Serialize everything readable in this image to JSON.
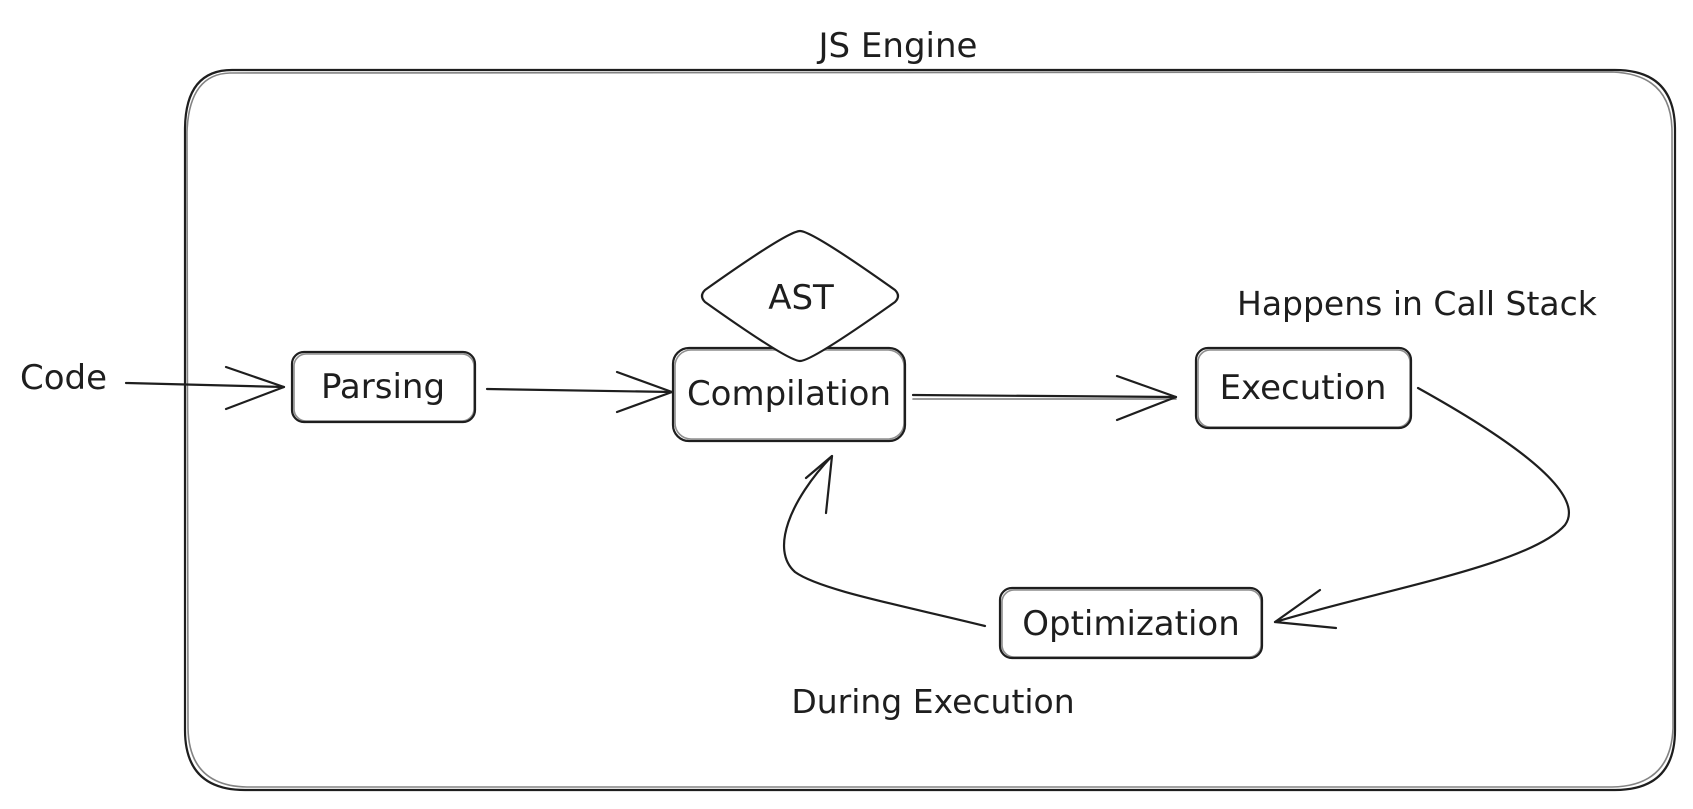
{
  "engine": {
    "title": "JS Engine"
  },
  "input": {
    "label": "Code"
  },
  "nodes": {
    "parsing": "Parsing",
    "ast": "AST",
    "compilation": "Compilation",
    "execution": "Execution",
    "optimization": "Optimization"
  },
  "notes": {
    "call_stack": "Happens in Call Stack",
    "during_execution": "During Execution"
  }
}
